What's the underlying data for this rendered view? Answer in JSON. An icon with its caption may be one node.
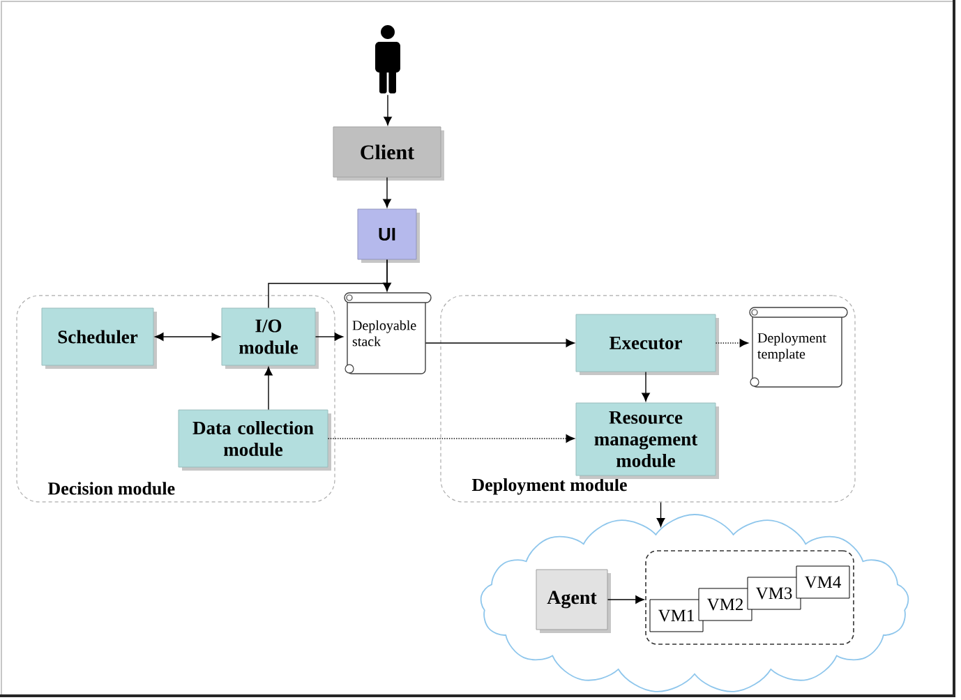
{
  "diagram": {
    "nodes": [
      {
        "text": [],
        "shape": "person"
      },
      {
        "text": [
          "Client"
        ]
      },
      {
        "text": [
          "UI"
        ]
      },
      {
        "text": [
          "Decision module"
        ]
      },
      {
        "text": [
          "Scheduler"
        ],
        "in": 3
      },
      {
        "text": [
          "I/O module"
        ],
        "in": 3
      },
      {
        "text": [
          "Data collection module"
        ],
        "in": 3
      },
      {
        "text": [
          "Deployable stack"
        ]
      },
      {
        "text": [
          "Deployment module"
        ]
      },
      {
        "text": [
          "Executor"
        ],
        "in": 8
      },
      {
        "text": [
          "Deployment template"
        ],
        "in": 8
      },
      {
        "text": [
          "Resource management module"
        ],
        "in": 8
      },
      {
        "text": [],
        "shape": "cloud"
      },
      {
        "text": [
          "Agent"
        ],
        "in": 12
      },
      {
        "text": [],
        "shape": "box",
        "in": 12
      },
      {
        "text": [
          "VM1"
        ],
        "in": 14
      },
      {
        "text": [
          "VM2"
        ],
        "in": 14
      },
      {
        "text": [
          "VM3"
        ],
        "in": 14
      },
      {
        "text": [
          "VM4"
        ],
        "in": 14
      }
    ],
    "edges": [
      {
        "from": 0,
        "to": 1,
        "arrow": "to"
      },
      {
        "from": 1,
        "to": 2,
        "arrow": "to"
      },
      {
        "from": 2,
        "to": 7,
        "arrow": "to"
      },
      {
        "from": 2,
        "to": 5,
        "arrow": "none"
      },
      {
        "from": 4,
        "to": 5,
        "arrow": "both"
      },
      {
        "from": 6,
        "to": 5,
        "arrow": "to"
      },
      {
        "from": 5,
        "to": 7,
        "arrow": "to"
      },
      {
        "from": 7,
        "to": 9,
        "arrow": "to"
      },
      {
        "from": 9,
        "to": 10,
        "arrow": "to",
        "style": "dashed"
      },
      {
        "from": 9,
        "to": 11,
        "arrow": "to"
      },
      {
        "from": 6,
        "to": 11,
        "arrow": "to",
        "style": "dashed"
      },
      {
        "from": 8,
        "to": 12,
        "arrow": "to"
      },
      {
        "from": 13,
        "to": 14,
        "arrow": "to"
      }
    ]
  }
}
